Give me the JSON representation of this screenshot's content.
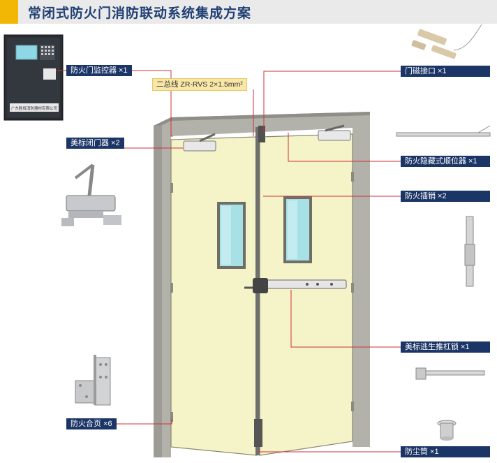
{
  "header": {
    "title": "常闭式防火门消防联动系统集成方案"
  },
  "bus_label": "二总线 ZR-RVS 2×1.5mm²",
  "labels": {
    "monitor": "防火门监控器 ×1",
    "closer": "美标闭门器 ×2",
    "hinge": "防火合页 ×6",
    "magnet": "门磁接口 ×1",
    "sequencer": "防火隐藏式顺位器 ×1",
    "bolt": "防火插销 ×2",
    "pushbar": "美标逃生推杠锁 ×1",
    "dustcup": "防尘筒 ×1"
  },
  "monitor_caption": "广东胜辉消防器材有限公司",
  "colors": {
    "label_bg": "#1b3566",
    "accent": "#f2b705",
    "door": "#f5f3c8",
    "leader": "#d0303a"
  }
}
